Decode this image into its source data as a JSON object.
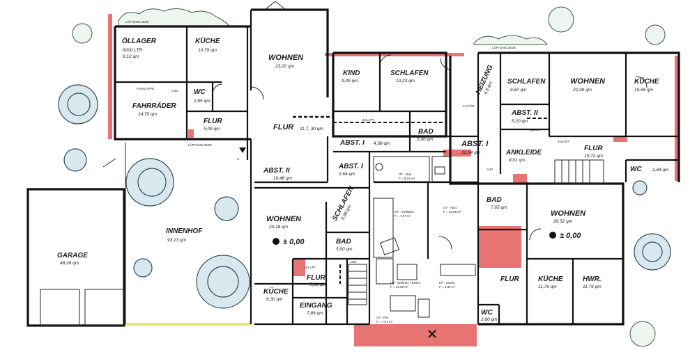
{
  "rooms": {
    "oellager": {
      "name": "ÖLLAGER",
      "line1": "6000 LTR",
      "line2": "9,12 qm"
    },
    "kueche1": {
      "name": "KÜCHE",
      "area": "10,79 qm"
    },
    "wohnen1": {
      "name": "WOHNEN",
      "area": "23,20 qm"
    },
    "fahrraeder": {
      "name": "FAHRRÄDER",
      "area": "14,70 qm"
    },
    "wc1": {
      "name": "WC",
      "area": "2,85 qm"
    },
    "flur1": {
      "name": "FLUR",
      "area": "5,09 qm"
    },
    "flur2": {
      "name": "FLUR",
      "area": "11,7, 30 qm"
    },
    "abst2_left": {
      "name": "ABST. II",
      "area": "10,48 qm"
    },
    "kind": {
      "name": "KIND",
      "area": "9,09 qm"
    },
    "schlafen1": {
      "name": "SCHLAFEN",
      "area": "13,23 qm"
    },
    "abst1_small": {
      "name": "ABST. I",
      "area": "4,38 qm"
    },
    "bad1": {
      "name": "BAD",
      "area": "5,60 qm"
    },
    "absti": {
      "name": "ABST. I",
      "area": "2,64 qm"
    },
    "heizung": {
      "name": "HEIZUNG",
      "area": "4,8 qm"
    },
    "abst1_big": {
      "name": "ABST. I",
      "area": "22,64 qm"
    },
    "schlafen2": {
      "name": "SCHLAFEN",
      "area": "9,60 qm"
    },
    "wohnen2": {
      "name": "WOHNEN",
      "area": "22,99 qm"
    },
    "kueche2": {
      "name": "KÜCHE",
      "area": "10,66 qm"
    },
    "abst2_right": {
      "name": "ABST. II",
      "area": "5,20 qm"
    },
    "ankleide": {
      "name": "ANKLEIDE",
      "area": "8,01 qm"
    },
    "flur3": {
      "name": "FLUR",
      "area": "15,72 qm"
    },
    "wc2": {
      "name": "WC",
      "area": "2,84 qm"
    },
    "innenhof": {
      "name": "INNENHOF",
      "area": "93,13 qm"
    },
    "garage": {
      "name": "GARAGE",
      "area": "48,28 qm"
    },
    "wohnen3": {
      "name": "WOHNEN",
      "area": "20,18 qm",
      "level": "± 0,00"
    },
    "schlafen3": {
      "name": "SCHLAFEN",
      "area": "9,36 qm"
    },
    "bad2": {
      "name": "BAD",
      "area": "5,00 qm"
    },
    "flur4": {
      "name": "FLUR",
      "area": "5,92 qm"
    },
    "kueche3": {
      "name": "KÜCHE",
      "area": "6,30 qm"
    },
    "eingang": {
      "name": "EINGANG",
      "area": "7,89 qm"
    },
    "bad3": {
      "name": "BAD",
      "area": "7,65 qm"
    },
    "wohnen4": {
      "name": "WOHNEN",
      "area": "26,52 qm",
      "level": "± 0,00"
    },
    "kueche4": {
      "name": "KÜCHE",
      "area": "11,76 qm"
    },
    "hwr": {
      "name": "HWR.",
      "area": "11,76 qm"
    },
    "flur5": {
      "name": "FLUR"
    },
    "wc3": {
      "name": "WC",
      "area": "2,60 qm"
    }
  },
  "annotations": {
    "lueftung_top": "LÜFTUNG 25/25",
    "lueftung_mid": "LÜFTUNG 25/25",
    "lueftung_right": "LÜFTUNG 25/25",
    "fh_klappe": "FH-KLAPPE",
    "aud1": "AUD",
    "aud2": "AUD",
    "aud3": "AUD",
    "zuluft1": "ZULUFT",
    "zuluft2": "ZULUFT",
    "zuluft3": "ZULUFT",
    "zuluft4": "ZULUFT",
    "fh_tuer": "FH-TÜR",
    "side_s": "S"
  },
  "inner_unit": {
    "bad": "OT - Bad",
    "bad_area": "F = 8,21 m²",
    "schlafen": "OT - Schlafen",
    "schlafen_area": "F = 7,67 m²",
    "abst": "OT - Abst.",
    "abst_area": "F = 10,69 m²",
    "wohnen_essen": "OT - Wohnen / Essen",
    "wohnen_essen_area": "F = 21,89 m²",
    "kueche": "OT - Küche",
    "kueche_area": "F = 6,32 m²",
    "flur": "OT - Flur",
    "flur_area": "F = 7,67 m²"
  },
  "colors": {
    "walls": "#111111",
    "accent_red": "#e35a5a",
    "tree_fill": "#d9e8ef",
    "courtyard_edge": "#e8e070"
  }
}
